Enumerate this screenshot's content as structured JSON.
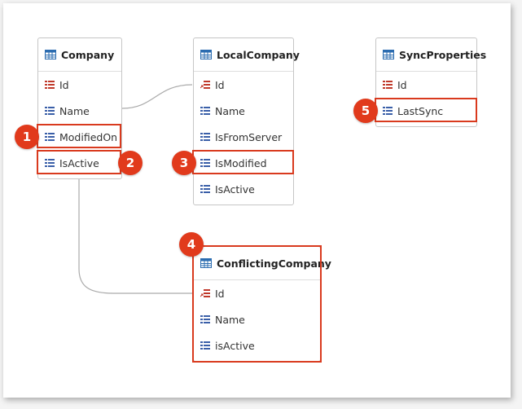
{
  "colors": {
    "highlight": "#d93a1e",
    "marker": "#e13a1c",
    "connector": "#aaaaaa",
    "table_icon": "#2b6cb0",
    "key_icon": "#c0392b",
    "field_icon": "#3a5fa8"
  },
  "tables": {
    "company": {
      "title": "Company",
      "fields": [
        "Id",
        "Name",
        "ModifiedOn",
        "IsActive"
      ]
    },
    "local_company": {
      "title": "LocalCompany",
      "fields": [
        "Id",
        "Name",
        "IsFromServer",
        "IsModified",
        "IsActive"
      ]
    },
    "sync_properties": {
      "title": "SyncProperties",
      "fields": [
        "Id",
        "LastSync"
      ]
    },
    "conflicting_company": {
      "title": "ConflictingCompany",
      "fields": [
        "Id",
        "Name",
        "isActive"
      ]
    }
  },
  "markers": [
    "1",
    "2",
    "3",
    "4",
    "5"
  ]
}
